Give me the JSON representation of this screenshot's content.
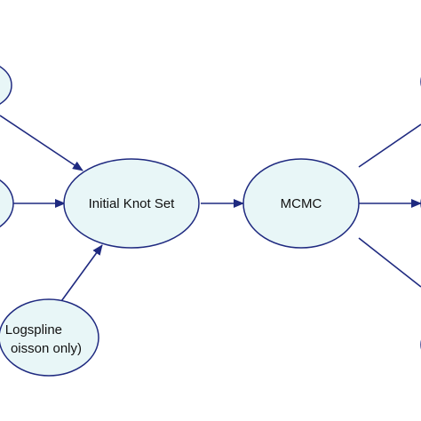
{
  "diagram": {
    "nodes": {
      "left_top": {
        "label": ""
      },
      "left_mid": {
        "label": ""
      },
      "logspline": {
        "line1": "Logspline",
        "line2": "oisson only)"
      },
      "initial_knot_set": {
        "label": "Initial Knot Set"
      },
      "mcmc": {
        "label": "MCMC"
      }
    },
    "edges": [
      {
        "from": "left_top",
        "to": "initial_knot_set"
      },
      {
        "from": "left_mid",
        "to": "initial_knot_set"
      },
      {
        "from": "logspline",
        "to": "initial_knot_set"
      },
      {
        "from": "initial_knot_set",
        "to": "mcmc"
      },
      {
        "from": "mcmc",
        "to": "right_top"
      },
      {
        "from": "mcmc",
        "to": "right_mid"
      },
      {
        "from": "mcmc",
        "to": "right_bottom"
      }
    ],
    "colors": {
      "node_fill": "#e8f6f7",
      "stroke": "#1f2a80"
    }
  }
}
